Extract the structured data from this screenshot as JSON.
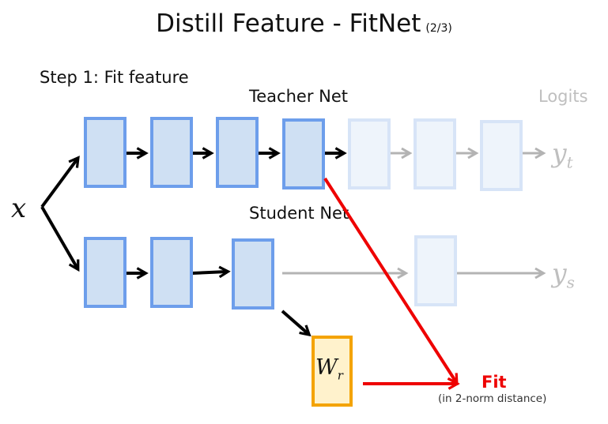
{
  "title": {
    "main": "Distill Feature - FitNet",
    "page": "(2/3)"
  },
  "step_label": "Step 1: Fit feature",
  "teacher_label": "Teacher Net",
  "student_label": "Student Net",
  "logits_label": "Logits",
  "input_symbol": "x",
  "teacher_output": {
    "base": "y",
    "sub": "t"
  },
  "student_output": {
    "base": "y",
    "sub": "s"
  },
  "regressor": {
    "base": "W",
    "sub": "r"
  },
  "fit": {
    "label": "Fit",
    "note": "(in 2-norm distance)"
  },
  "colors": {
    "block_fill": "#cfe0f3",
    "block_stroke": "#6d9eeb",
    "faded_fill": "#eef4fb",
    "faded_stroke": "#d7e4f7",
    "regressor_fill": "#fff2cc",
    "regressor_stroke": "#f4a300",
    "fit_arrow": "#ee0000"
  }
}
